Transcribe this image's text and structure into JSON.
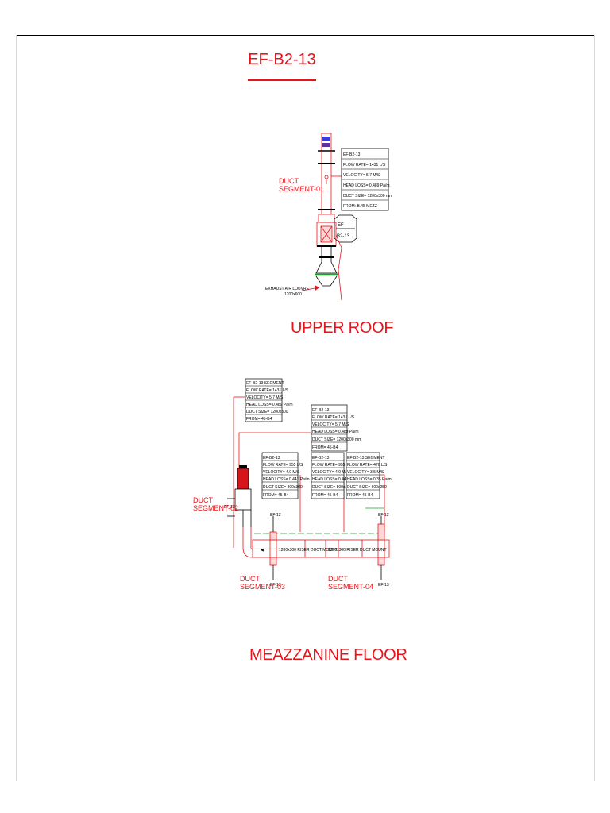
{
  "drawing": {
    "title": "EF-B2-13",
    "upper_roof": {
      "label": "UPPER ROOF",
      "segment_label": "DUCT\nSEGMENT-01",
      "fan_tag_top": "EF",
      "fan_tag_bottom": "B2-13",
      "louvre_label": "EXHAUST AIR LOUVRE",
      "louvre_size": "1200x600",
      "info_box": [
        "EF-B2-13",
        "FLOW RATE= 1431 L/S",
        "VELOCITY= 5.7 M/S",
        "HEAD LOSS= 0.489 Pa/m",
        "DUCT SIZE= 1200x300 mm",
        "FROM: B.45 MEZZ"
      ]
    },
    "mezzanine": {
      "label": "MEAZZANINE FLOOR",
      "segment_02": "DUCT\nSEGMENT-02",
      "segment_03": "DUCT\nSEGMENT-03",
      "segment_04": "DUCT\nSEGMENT-04",
      "duct_text": "1200x300 RISER DUCT MOUNT",
      "tags": [
        "EF-12",
        "EF-13",
        "EF-12",
        "EF-13",
        "EF-12"
      ],
      "info_boxes": [
        [
          "EF-B2-13 SEGMENT",
          "FLOW RATE= 1431 L/S",
          "VELOCITY= 5.7 M/S",
          "HEAD LOSS= 0.489 Pa/m",
          "DUCT SIZE= 1200x300",
          "FROM= 45-B4"
        ],
        [
          "EF-B2-13",
          "FLOW RATE= 1431 L/S",
          "VELOCITY= 5.7 M/S",
          "HEAD LOSS= 0.489 Pa/m",
          "DUCT SIZE= 1200x300 mm",
          "FROM= 45-B4"
        ],
        [
          "EF-B2-13",
          "FLOW RATE= 955 L/S",
          "VELOCITY= 4.9 M/S",
          "HEAD LOSS= 0.441 Pa/m",
          "DUCT SIZE= 800x300",
          "FROM= 45-B4"
        ],
        [
          "EF-B2-13",
          "FLOW RATE= 955 L/S",
          "VELOCITY= 4.9 M/S",
          "HEAD LOSS= 0.441 Pa/m",
          "DUCT SIZE= 800x300",
          "FROM= 45-B4"
        ],
        [
          "EF-B2-13 SEGMENT",
          "FLOW RATE= 476 L/S",
          "VELOCITY= 3.5 M/S",
          "HEAD LOSS= 0.35 Pa/m",
          "DUCT SIZE= 600x250",
          "FROM= 45-B4"
        ]
      ]
    }
  }
}
